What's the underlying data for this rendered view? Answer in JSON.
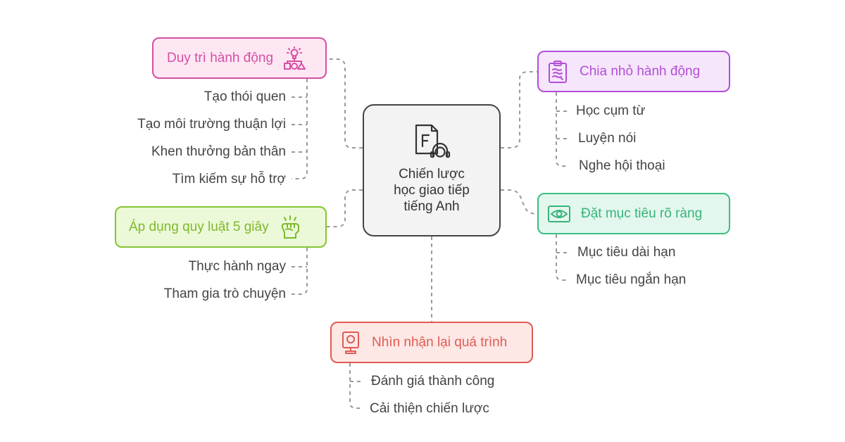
{
  "center": {
    "title": "Chiến lược\nhọc giao tiếp\ntiếng Anh",
    "icon": "document-headset-icon"
  },
  "branches": {
    "maintain": {
      "title": "Duy trì hành động",
      "icon": "lightbulb-shapes-icon",
      "color": "#d64fa4",
      "items": [
        "Tạo thói quen",
        "Tạo môi trường thuận lợi",
        "Khen thưởng bản thân",
        "Tìm kiếm sự hỗ trợ"
      ]
    },
    "five_sec": {
      "title": "Áp dụng quy luật 5 giây",
      "icon": "raised-fist-icon",
      "color": "#84c531",
      "items": [
        "Thực hành ngay",
        "Tham gia trò chuyện"
      ]
    },
    "divide": {
      "title": "Chia nhỏ hành động",
      "icon": "clipboard-icon",
      "color": "#b24fd6",
      "items": [
        "Học cụm từ",
        "Luyện nói",
        "Nghe hội thoại"
      ]
    },
    "goals": {
      "title": "Đặt mục tiêu rõ ràng",
      "icon": "eye-icon",
      "color": "#3bbf80",
      "items": [
        "Mục tiêu dài hạn",
        "Mục tiêu ngắn hạn"
      ]
    },
    "review": {
      "title": "Nhìn nhận lại quá trình",
      "icon": "review-monitor-icon",
      "color": "#e05b52",
      "items": [
        "Đánh giá thành công",
        "Cải thiện chiến lược"
      ]
    }
  }
}
